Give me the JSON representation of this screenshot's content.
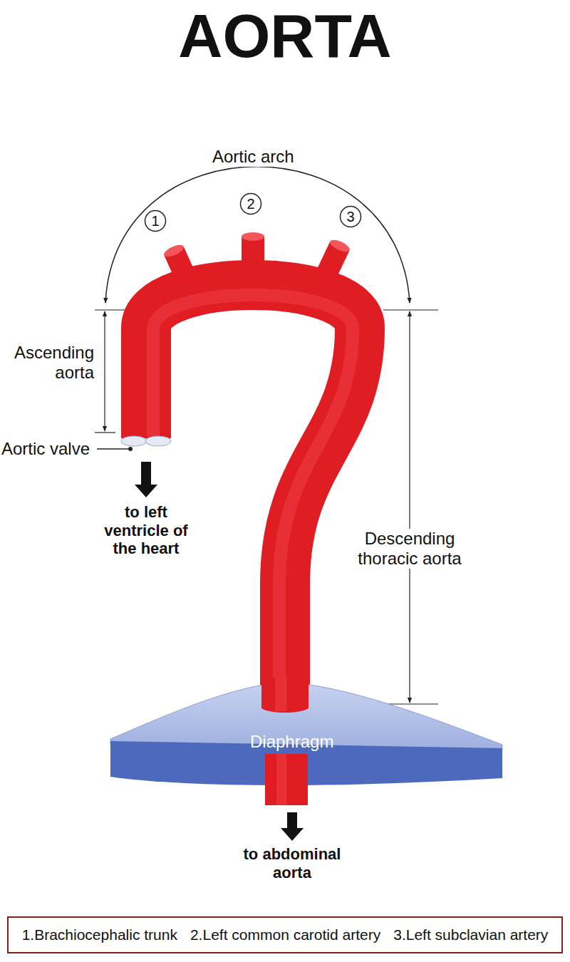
{
  "diagram": {
    "title": "AORTA",
    "nodes": [
      {
        "text": [
          "1"
        ]
      },
      {
        "text": [
          "2"
        ]
      },
      {
        "text": [
          "3"
        ]
      },
      {
        "text": [
          "Diaphragm"
        ]
      },
      {
        "text": [
          "1.Brachiocephalic trunk",
          "2.Left common carotid artery",
          "3.Left subclavian artery"
        ]
      }
    ],
    "labels": [
      "Aortic arch",
      "Ascending aorta",
      "Aortic valve",
      "to left ventricle of the heart",
      "Descending thoracic aorta",
      "to abdominal aorta"
    ]
  }
}
